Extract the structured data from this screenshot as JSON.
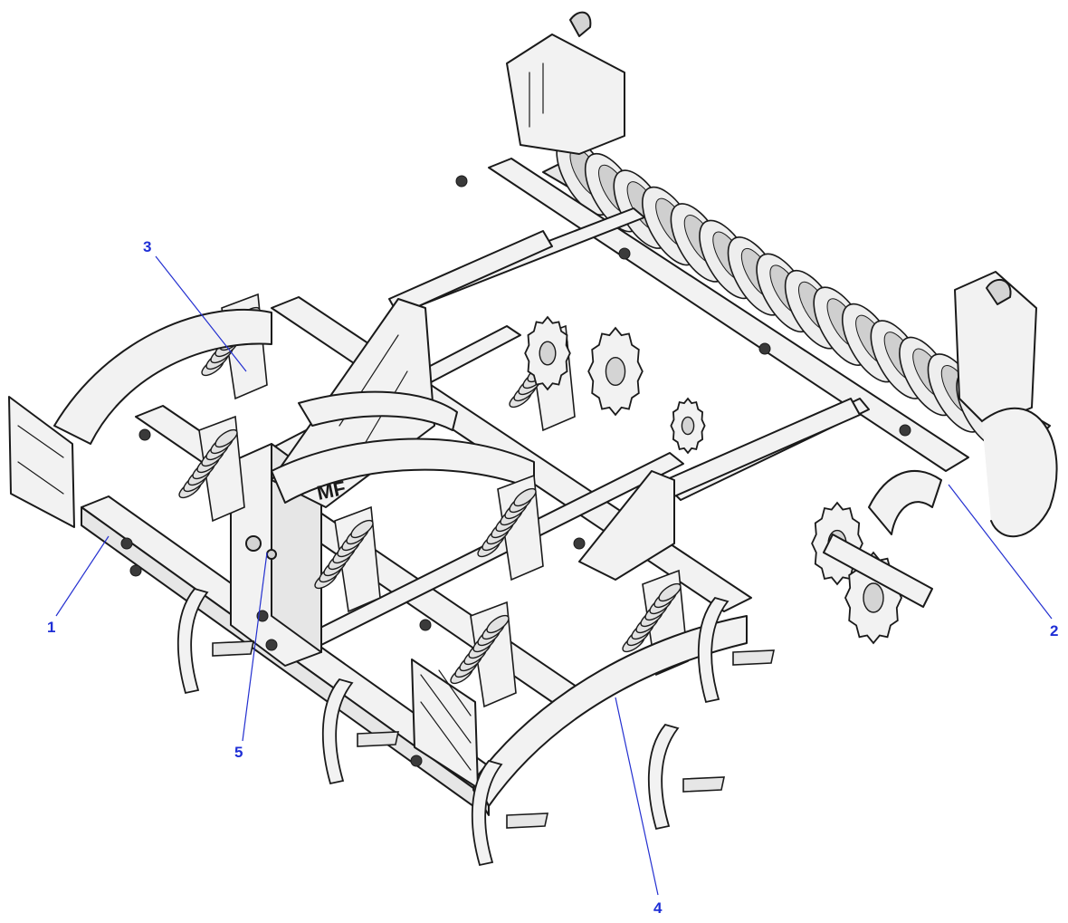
{
  "diagram": {
    "brand_mark": "MF",
    "callouts": [
      {
        "id": "1",
        "label": "1"
      },
      {
        "id": "2",
        "label": "2"
      },
      {
        "id": "3",
        "label": "3"
      },
      {
        "id": "4",
        "label": "4"
      },
      {
        "id": "5",
        "label": "5"
      }
    ]
  },
  "colors": {
    "callout": "#1f2fd6",
    "line": "#1a1a1a",
    "fill_light": "#f2f2f2",
    "fill_mid": "#e6e6e6",
    "fill_shade": "#d4d4d4"
  }
}
